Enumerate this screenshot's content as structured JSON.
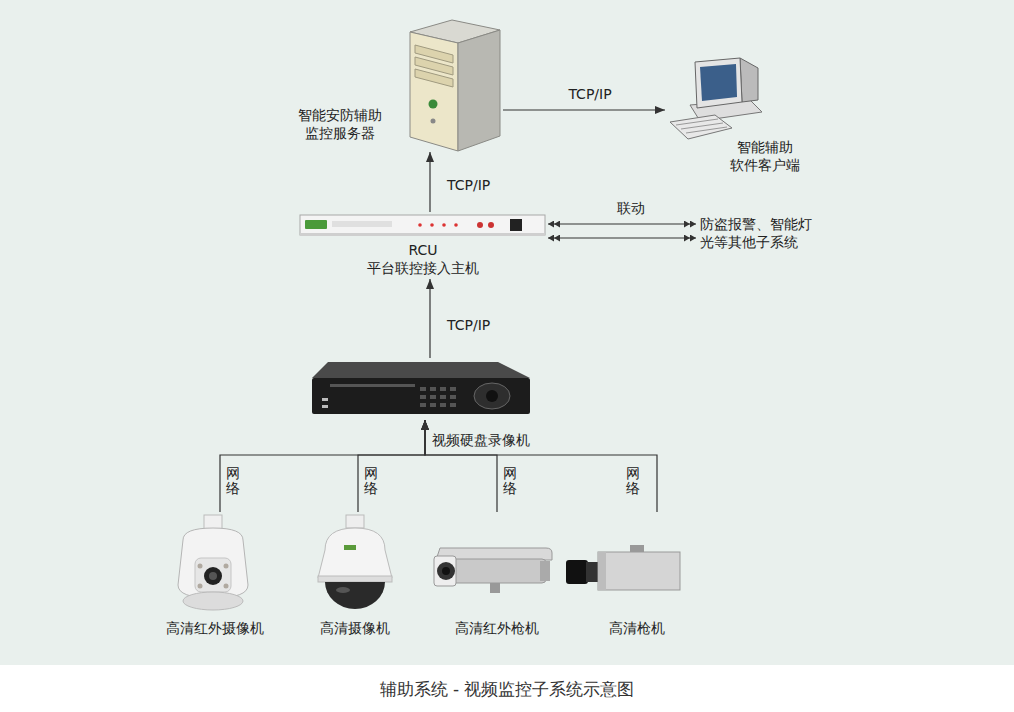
{
  "diagram": {
    "caption": "辅助系统 - 视频监控子系统示意图",
    "nodes": [
      {
        "text": [
          "智能安防辅助 监控服务器"
        ]
      },
      {
        "text": [
          "智能辅助 软件客户端"
        ]
      },
      {
        "text": [
          "RCU 平台联控接入主机"
        ]
      },
      {
        "text": [
          "防盗报警、智能灯 光等其他子系统"
        ]
      },
      {
        "text": [
          "视频硬盘录像机"
        ]
      },
      {
        "text": [
          "高清红外摄像机"
        ]
      },
      {
        "text": [
          "高清摄像机"
        ]
      },
      {
        "text": [
          "高清红外枪机"
        ]
      },
      {
        "text": [
          "高清枪机"
        ]
      }
    ],
    "edges": [
      {
        "from": 0,
        "to": 1,
        "label": "TCP/IP",
        "arrow": "to"
      },
      {
        "from": 2,
        "to": 0,
        "label": "TCP/IP",
        "arrow": "to"
      },
      {
        "from": 2,
        "to": 3,
        "label": "联动",
        "arrow": "both"
      },
      {
        "from": 2,
        "to": 3,
        "arrow": "both"
      },
      {
        "from": 4,
        "to": 2,
        "label": "TCP/IP",
        "arrow": "to"
      },
      {
        "from": 5,
        "to": 4,
        "label": "网络",
        "arrow": "to"
      },
      {
        "from": 6,
        "to": 4,
        "label": "网络",
        "arrow": "to"
      },
      {
        "from": 7,
        "to": 4,
        "label": "网络",
        "arrow": "to"
      },
      {
        "from": 8,
        "to": 4,
        "label": "网络",
        "arrow": "to"
      }
    ]
  }
}
